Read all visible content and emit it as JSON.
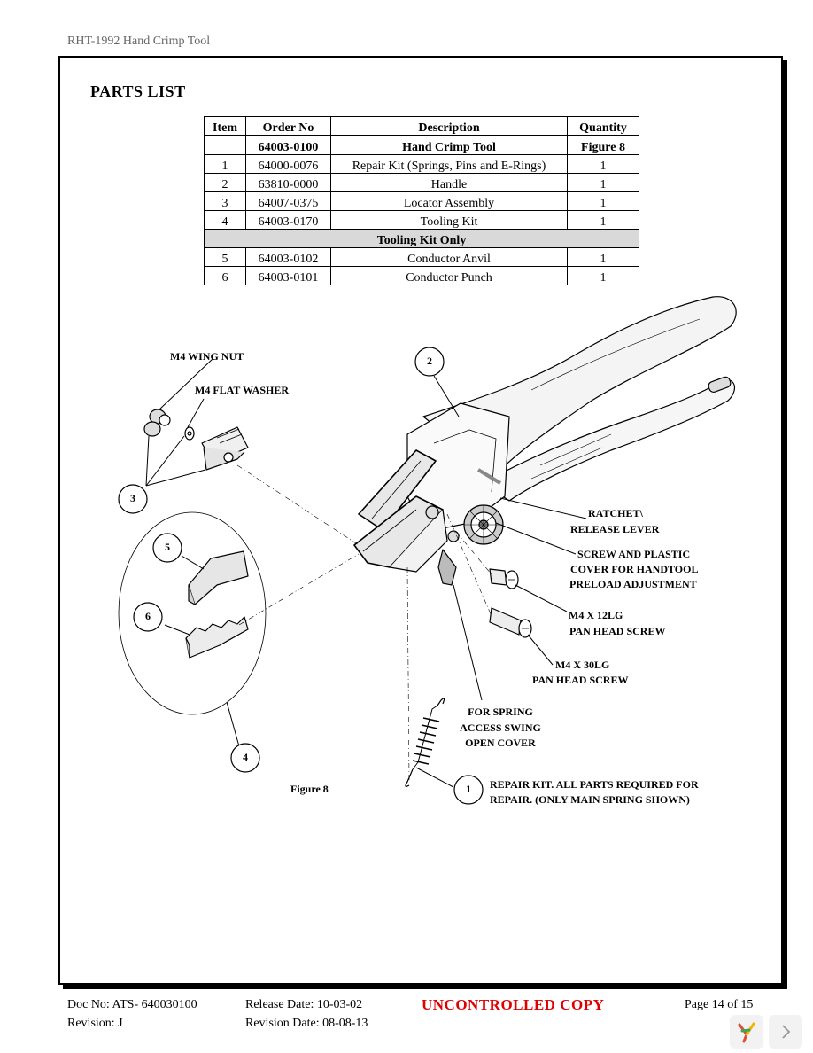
{
  "header": {
    "title": "RHT-1992 Hand Crimp Tool"
  },
  "section_title": "PARTS LIST",
  "table": {
    "headers": [
      "Item",
      "Order No",
      "Description",
      "Quantity"
    ],
    "rows": [
      {
        "item": "",
        "order_no": "64003-0100",
        "description": "Hand Crimp Tool",
        "quantity": "Figure 8"
      },
      {
        "item": "1",
        "order_no": "64000-0076",
        "description": "Repair Kit (Springs, Pins and E-Rings)",
        "quantity": "1"
      },
      {
        "item": "2",
        "order_no": "63810-0000",
        "description": "Handle",
        "quantity": "1"
      },
      {
        "item": "3",
        "order_no": "64007-0375",
        "description": "Locator Assembly",
        "quantity": "1"
      },
      {
        "item": "4",
        "order_no": "64003-0170",
        "description": "Tooling Kit",
        "quantity": "1"
      },
      {
        "section": "Tooling Kit Only"
      },
      {
        "item": "5",
        "order_no": "64003-0102",
        "description": "Conductor Anvil",
        "quantity": "1"
      },
      {
        "item": "6",
        "order_no": "64003-0101",
        "description": "Conductor Punch",
        "quantity": "1"
      }
    ]
  },
  "figure": {
    "caption": "Figure 8",
    "callouts": [
      "1",
      "2",
      "3",
      "4",
      "5",
      "6"
    ],
    "labels": {
      "wing_nut": "M4 WING NUT",
      "flat_washer": "M4 FLAT WASHER",
      "ratchet_1": "RATCHET\\",
      "ratchet_2": "RELEASE LEVER",
      "screw_1": "SCREW AND PLASTIC",
      "screw_2": "COVER FOR HANDTOOL",
      "screw_3": "PRELOAD ADJUSTMENT",
      "m4x12_1": "M4 X 12LG",
      "m4x12_2": "PAN HEAD SCREW",
      "m4x30_1": "M4 X 30LG",
      "m4x30_2": "PAN HEAD SCREW",
      "spring_1": "FOR SPRING",
      "spring_2": "ACCESS SWING",
      "spring_3": "OPEN COVER",
      "repair_1": "REPAIR KIT.  ALL PARTS REQUIRED FOR",
      "repair_2": "REPAIR. (ONLY MAIN SPRING SHOWN)"
    }
  },
  "footer": {
    "doc_no": "Doc No: ATS- 640030100",
    "revision": "Revision: J",
    "release_date": "Release Date: 10-03-02",
    "revision_date": "Revision Date: 08-08-13",
    "status": "UNCONTROLLED COPY",
    "page": "Page 14 of 15"
  },
  "colors": {
    "status": "#e00000",
    "section_row": "#d9d9d9"
  }
}
